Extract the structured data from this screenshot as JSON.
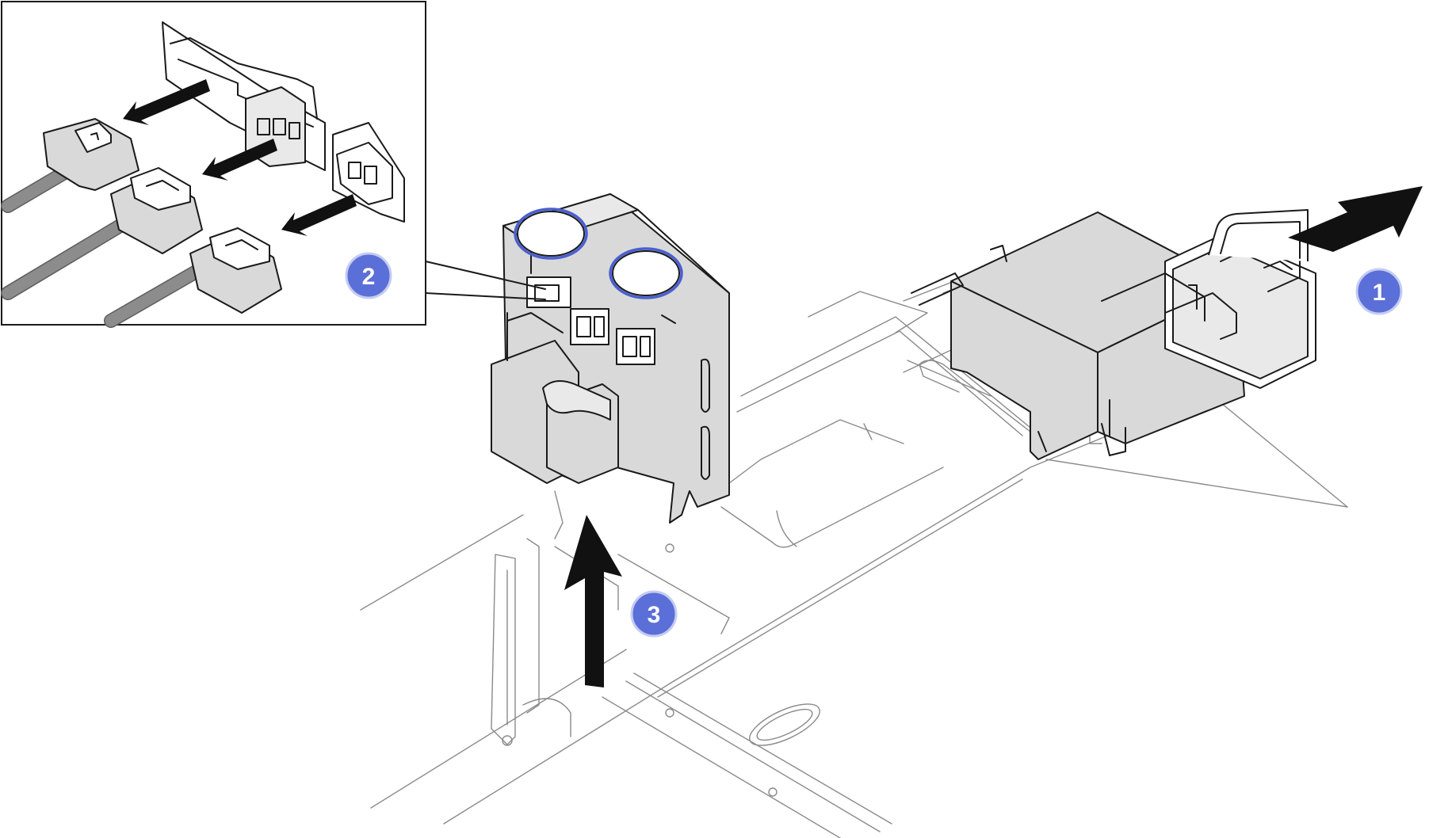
{
  "steps": [
    {
      "number": "1",
      "color": "#5b6fd8"
    },
    {
      "number": "2",
      "color": "#5b6fd8"
    },
    {
      "number": "3",
      "color": "#5b6fd8"
    }
  ],
  "colors": {
    "badge": "#5b6fd8",
    "ring": "#4a5fd0",
    "part_fill": "#d9d9d9",
    "cable": "#8c8c8c",
    "outline": "#1a1a1a"
  },
  "icons": [
    "step-1-badge",
    "step-2-badge",
    "step-3-badge",
    "pull-arrow-icon",
    "lift-arrow-icon",
    "disconnect-arrow-icon"
  ]
}
